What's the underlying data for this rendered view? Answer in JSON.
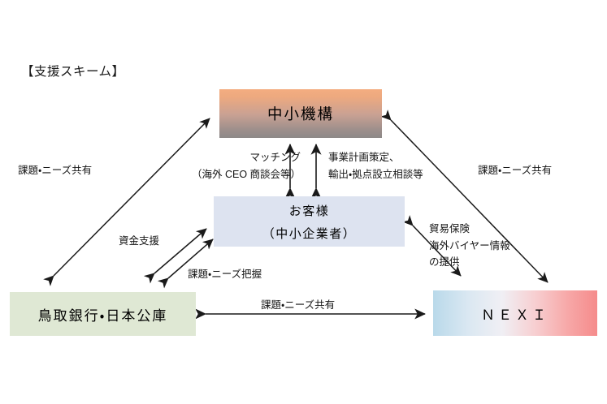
{
  "title": "【支援スキーム】",
  "boxes": {
    "smrj": {
      "label": "中小機構",
      "color": "#f4ad80"
    },
    "customer": {
      "line1": "お客様",
      "line2": "（中小企業者）",
      "color": "#dde3f0"
    },
    "bank": {
      "label": "鳥取銀行・日本公庫",
      "color": "#dfe8d4"
    },
    "nexi": {
      "label": "ＮＥＸＩ",
      "color": "#b9d9ea"
    }
  },
  "labels": {
    "left_share": "課題・ニーズ共有",
    "right_share": "課題・ニーズ共有",
    "matching_line1": "マッチング",
    "matching_line2": "（海外 CEO 商談会等）",
    "planning_line1": "事業計画策定、",
    "planning_line2": "輸出・拠点設立相談等",
    "funding": "資金支援",
    "needs_grasp": "課題・ニーズ把握",
    "insurance_line1": "貿易保険",
    "insurance_line2": "海外バイヤー情報",
    "insurance_line3": "の提供",
    "bottom_share": "課題・ニーズ共有"
  }
}
